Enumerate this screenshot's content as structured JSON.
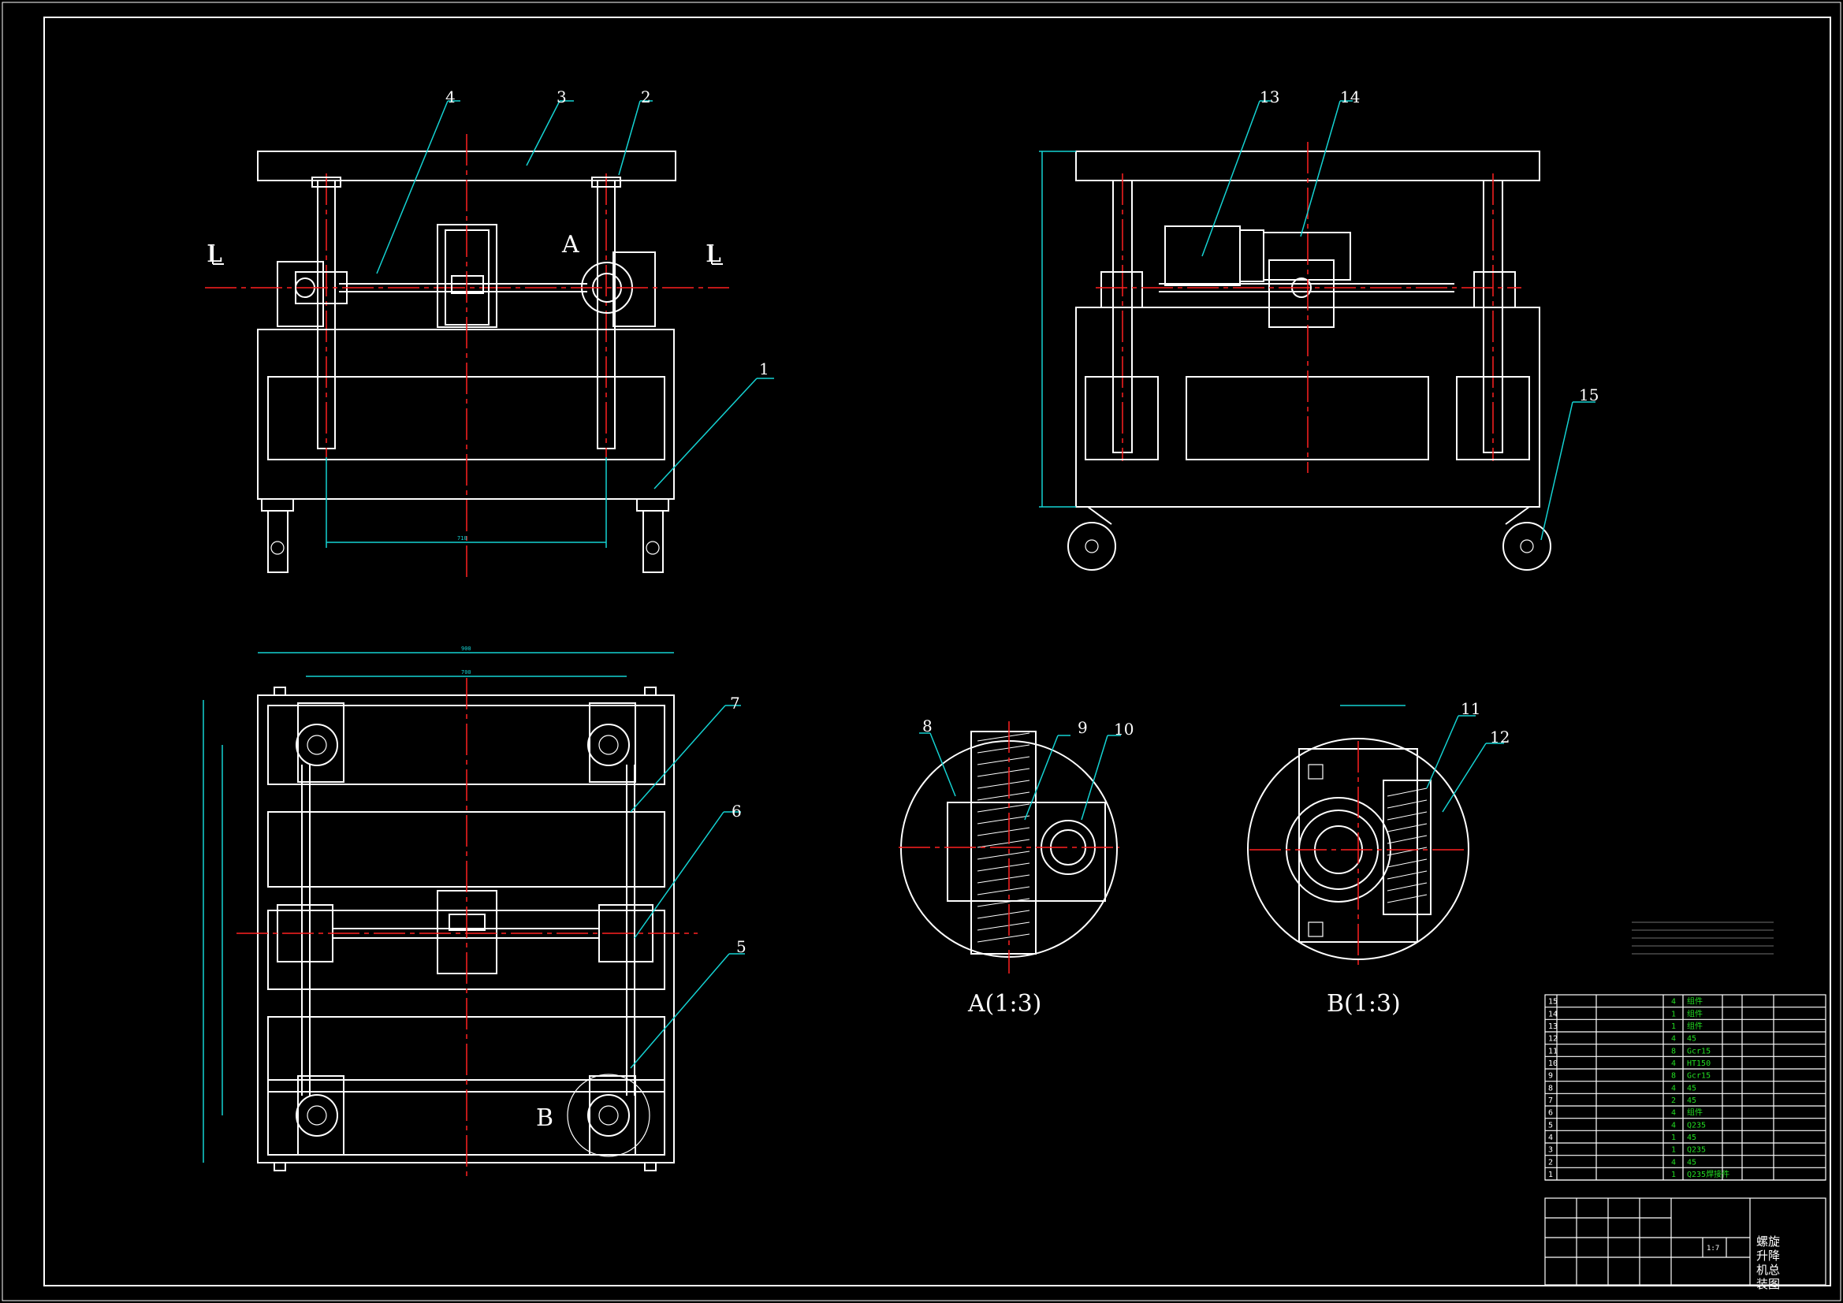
{
  "balloons": {
    "b1": "1",
    "b2": "2",
    "b3": "3",
    "b4": "4",
    "b5": "5",
    "b6": "6",
    "b7": "7",
    "b8": "8",
    "b9": "9",
    "b10": "10",
    "b11": "11",
    "b12": "12",
    "b13": "13",
    "b14": "14",
    "b15": "15"
  },
  "section_marks": {
    "left": "L",
    "right": "L"
  },
  "detail_marks": {
    "a": "A",
    "b": "B"
  },
  "detail_titles": {
    "a": "A(1:3)",
    "b": "B(1:3)"
  },
  "colors": {
    "outline": "#ffffff",
    "centerline": "#ff2020",
    "dimension": "#14d2d2",
    "bom_text": "#22dd22",
    "background": "#000000"
  },
  "bom": [
    {
      "no": "15",
      "qty": "4",
      "mat": "组件"
    },
    {
      "no": "14",
      "qty": "1",
      "mat": "组件"
    },
    {
      "no": "13",
      "qty": "1",
      "mat": "组件"
    },
    {
      "no": "12",
      "qty": "4",
      "mat": "45"
    },
    {
      "no": "11",
      "qty": "8",
      "mat": "Gcr15"
    },
    {
      "no": "10",
      "qty": "4",
      "mat": "HT150"
    },
    {
      "no": "9",
      "qty": "8",
      "mat": "Gcr15"
    },
    {
      "no": "8",
      "qty": "4",
      "mat": "45"
    },
    {
      "no": "7",
      "qty": "2",
      "mat": "45"
    },
    {
      "no": "6",
      "qty": "4",
      "mat": "组件"
    },
    {
      "no": "5",
      "qty": "4",
      "mat": "Q235"
    },
    {
      "no": "4",
      "qty": "1",
      "mat": "45"
    },
    {
      "no": "3",
      "qty": "1",
      "mat": "Q235"
    },
    {
      "no": "2",
      "qty": "4",
      "mat": "45"
    },
    {
      "no": "1",
      "qty": "1",
      "mat": "Q235焊接件"
    }
  ],
  "title_block": {
    "name_1": "螺旋",
    "name_2": "升降",
    "name_3": "机总",
    "name_4": "装图",
    "scale": "1:7"
  }
}
